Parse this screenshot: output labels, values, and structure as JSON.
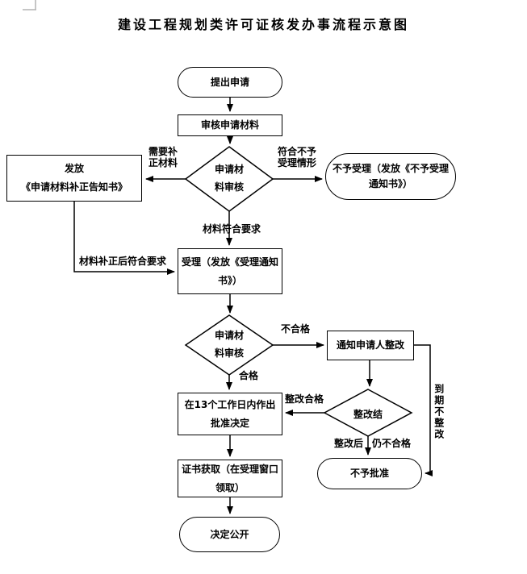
{
  "title": "建设工程规划类许可证核发办事流程示意图",
  "nodes": {
    "start": "提出申请",
    "review": "审核申请材料",
    "diamond_review_1": "申请材\n料审核",
    "supplement_notice": "发放\n《申请材料补正告知书》",
    "not_accepted": "不予受理（发放《不予受理\n通知书》）",
    "accept": "受理（发放《受理通知\n书》）",
    "diamond_review_2": "申请材\n料审核",
    "notify_rectify": "通知申请人整改",
    "diamond_rectify_result": "整改结",
    "approval_decision": "在13个工作日内作出\n批准决定",
    "not_approved": "不予批准",
    "certificate_pickup": "证书获取（在受理窗口\n领取）",
    "decision_publish": "决定公开"
  },
  "edge_labels": {
    "need_supplement": "需要补\n正材料",
    "reject_case": "符合不予\n受理情形",
    "materials_ok": "材料符合要求",
    "supplemented_ok": "材料补正后符合要求",
    "unqualified": "不合格",
    "qualified": "合格",
    "rectify_ok": "整改合格",
    "after_rectify": "整改后",
    "still_unqualified": "仍不合格",
    "overdue_no_rectify": "到期不整改"
  },
  "colors": {
    "line": "#000000",
    "corner_mark": "#b3b3b3",
    "background": "#ffffff"
  }
}
